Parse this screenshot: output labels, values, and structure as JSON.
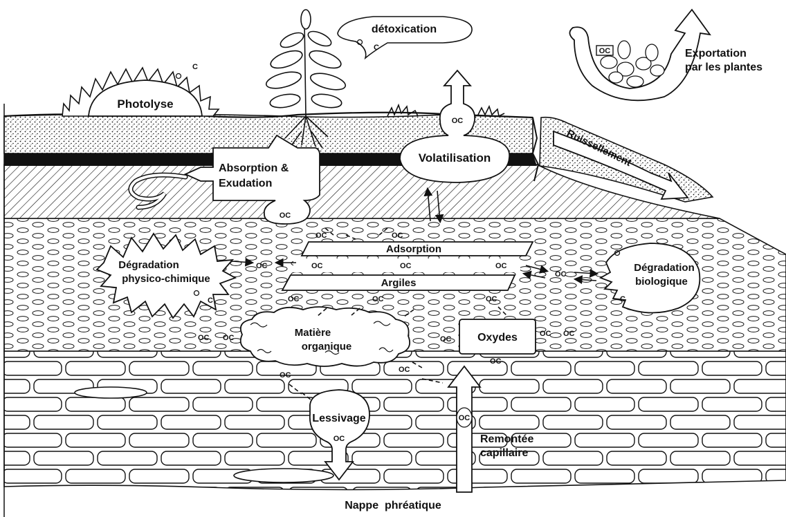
{
  "labels": {
    "detoxication": "détoxication",
    "photolyse": "Photolyse",
    "exportation_line1": "Exportation",
    "exportation_line2": "par les plantes",
    "volatilisation": "Volatilisation",
    "absorption_line1": "Absorption &",
    "absorption_line2": "Exudation",
    "ruissellement": "Ruissellement",
    "adsorption": "Adsorption",
    "argiles": "Argiles",
    "degradation_pc_line1": "Dégradation",
    "degradation_pc_line2": "physico-chimique",
    "degradation_bio_line1": "Dégradation",
    "degradation_bio_line2": "biologique",
    "matiere_line1": "Matière",
    "matiere_line2": "organique",
    "oxydes": "Oxydes",
    "lessivage": "Lessivage",
    "remontee_line1": "Remontée",
    "remontee_line2": "capillaire",
    "nappe": "Nappe  phréatique"
  },
  "molecule": {
    "oc": "OC",
    "o": "O",
    "c": "C"
  },
  "colors": {
    "ink": "#111111",
    "paper": "#ffffff"
  }
}
